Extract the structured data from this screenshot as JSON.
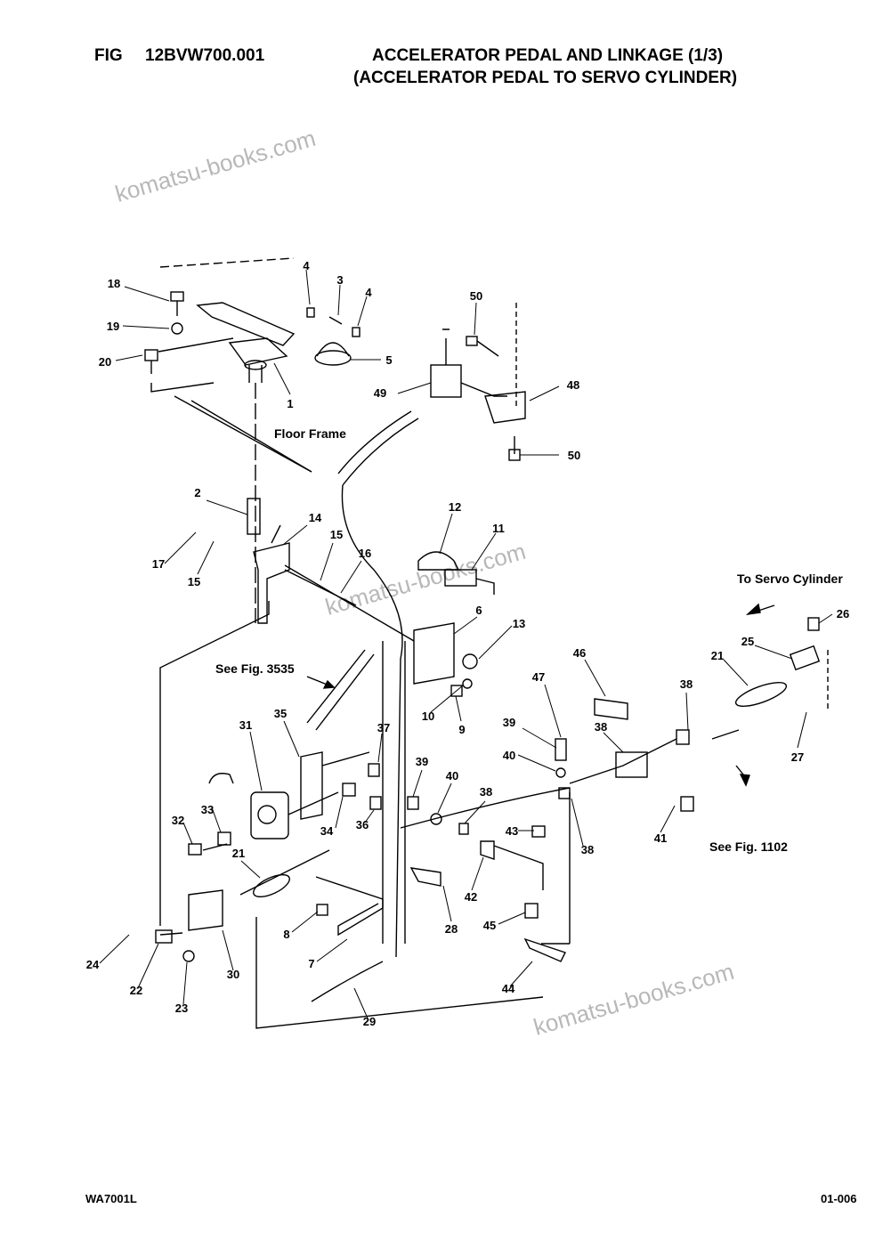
{
  "header": {
    "fig_label": "FIG",
    "fig_number": "12BVW700.001",
    "title_line1": "ACCELERATOR PEDAL AND LINKAGE (1/3)",
    "title_line2": "(ACCELERATOR PEDAL TO SERVO CYLINDER)"
  },
  "watermark": "komatsu-books.com",
  "annotations": {
    "floor_frame": "Floor Frame",
    "see_fig_3535": "See Fig. 3535",
    "to_servo_cylinder": "To Servo Cylinder",
    "see_fig_1102": "See Fig. 1102"
  },
  "callouts": [
    {
      "label": "18"
    },
    {
      "label": "19"
    },
    {
      "label": "20"
    },
    {
      "label": "4"
    },
    {
      "label": "3"
    },
    {
      "label": "4"
    },
    {
      "label": "5"
    },
    {
      "label": "1"
    },
    {
      "label": "50"
    },
    {
      "label": "49"
    },
    {
      "label": "48"
    },
    {
      "label": "50"
    },
    {
      "label": "2"
    },
    {
      "label": "14"
    },
    {
      "label": "17"
    },
    {
      "label": "15"
    },
    {
      "label": "15"
    },
    {
      "label": "16"
    },
    {
      "label": "12"
    },
    {
      "label": "11"
    },
    {
      "label": "6"
    },
    {
      "label": "13"
    },
    {
      "label": "10"
    },
    {
      "label": "9"
    },
    {
      "label": "26"
    },
    {
      "label": "25"
    },
    {
      "label": "21"
    },
    {
      "label": "27"
    },
    {
      "label": "46"
    },
    {
      "label": "47"
    },
    {
      "label": "38"
    },
    {
      "label": "39"
    },
    {
      "label": "38"
    },
    {
      "label": "40"
    },
    {
      "label": "41"
    },
    {
      "label": "31"
    },
    {
      "label": "35"
    },
    {
      "label": "37"
    },
    {
      "label": "33"
    },
    {
      "label": "34"
    },
    {
      "label": "36"
    },
    {
      "label": "32"
    },
    {
      "label": "39"
    },
    {
      "label": "40"
    },
    {
      "label": "38"
    },
    {
      "label": "43"
    },
    {
      "label": "38"
    },
    {
      "label": "42"
    },
    {
      "label": "21"
    },
    {
      "label": "8"
    },
    {
      "label": "28"
    },
    {
      "label": "45"
    },
    {
      "label": "7"
    },
    {
      "label": "24"
    },
    {
      "label": "22"
    },
    {
      "label": "30"
    },
    {
      "label": "23"
    },
    {
      "label": "29"
    },
    {
      "label": "44"
    }
  ],
  "footer": {
    "left": "WA7001L",
    "right": "01-006"
  }
}
